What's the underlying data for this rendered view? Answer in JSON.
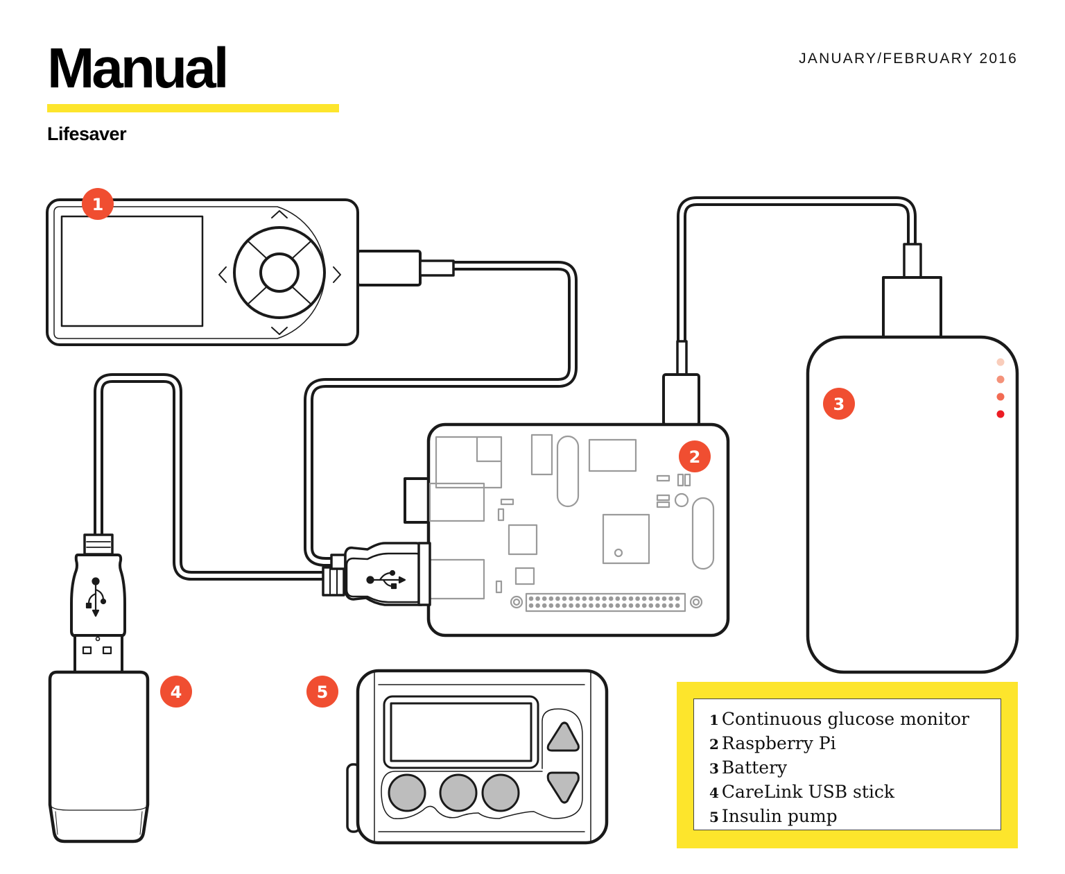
{
  "header": {
    "title": "Manual",
    "subtitle": "Lifesaver",
    "issue_date": "JANUARY/FEBRUARY 2016"
  },
  "colors": {
    "accent_yellow": "#fde52c",
    "badge_red": "#f04e31",
    "outline": "#1a1a1a",
    "board_gray": "#9a9a9a",
    "button_gray": "#bdbdbd",
    "battery_leds": [
      "#f9cdbb",
      "#f4927a",
      "#f26b53",
      "#ec1c24"
    ]
  },
  "devices": [
    {
      "id": "cgm",
      "badge": "1",
      "name": "Continuous glucose monitor"
    },
    {
      "id": "raspberry-pi",
      "badge": "2",
      "name": "Raspberry Pi"
    },
    {
      "id": "battery",
      "badge": "3",
      "name": "Battery"
    },
    {
      "id": "carelink-usb",
      "badge": "4",
      "name": "CareLink USB stick"
    },
    {
      "id": "insulin-pump",
      "badge": "5",
      "name": "Insulin pump"
    }
  ],
  "cgm": {
    "dpad_arrows": [
      "up",
      "down",
      "left",
      "right"
    ]
  },
  "raspberry_pi": {
    "gpio_rows": 2,
    "gpio_cols": 23
  },
  "battery": {
    "led_count": 4
  },
  "insulin_pump": {
    "round_buttons": 3,
    "arrow_buttons": [
      "up",
      "down"
    ]
  },
  "connections": [
    {
      "from": "cgm",
      "to": "raspberry-pi",
      "via": "usb-cable"
    },
    {
      "from": "battery",
      "to": "raspberry-pi",
      "via": "micro-usb-power-cable"
    },
    {
      "from": "carelink-usb",
      "to": "raspberry-pi",
      "via": "usb-cable"
    }
  ],
  "legend": {
    "items": [
      {
        "num": "1",
        "label": "Continuous glucose monitor"
      },
      {
        "num": "2",
        "label": "Raspberry Pi"
      },
      {
        "num": "3",
        "label": "Battery"
      },
      {
        "num": "4",
        "label": "CareLink USB stick"
      },
      {
        "num": "5",
        "label": "Insulin pump"
      }
    ]
  }
}
